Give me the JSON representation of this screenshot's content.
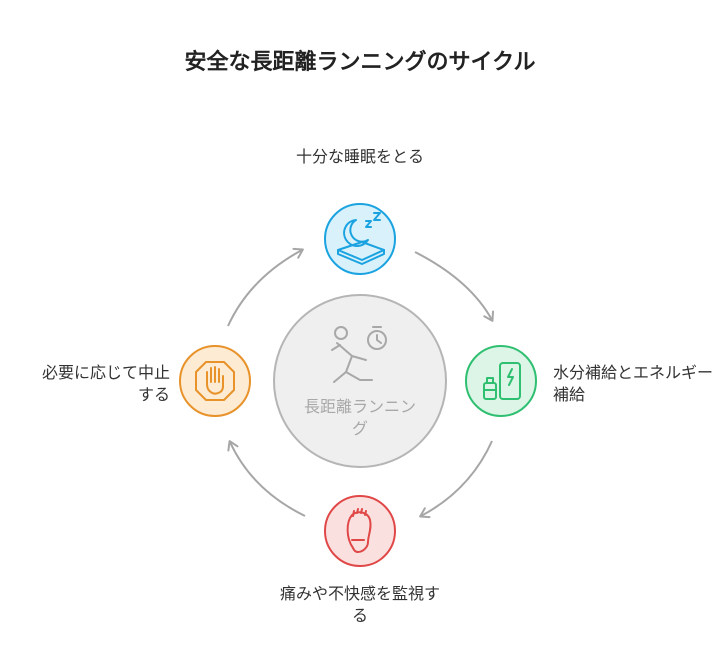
{
  "title": "安全な長距離ランニングのサイクル",
  "hub": {
    "label": "長距離ランニング",
    "icon": "runner-stopwatch-icon",
    "color": "#9e9e9e"
  },
  "steps": [
    {
      "label": "十分な睡眠をとる",
      "icon": "sleeping-moon-icon",
      "color": "#1aa3e0",
      "fill": "#d9f1fb"
    },
    {
      "label": "水分補給とエネルギー補給",
      "icon": "energy-bottle-icon",
      "color": "#2fbf71",
      "fill": "#dcf5e7"
    },
    {
      "label": "痛みや不快感を監視する",
      "icon": "foot-icon",
      "color": "#e04848",
      "fill": "#fbe0e0"
    },
    {
      "label": "必要に応じて中止する",
      "icon": "stop-hand-icon",
      "color": "#e8922a",
      "fill": "#fdebd4"
    }
  ],
  "arrow_color": "#a6a6a6"
}
